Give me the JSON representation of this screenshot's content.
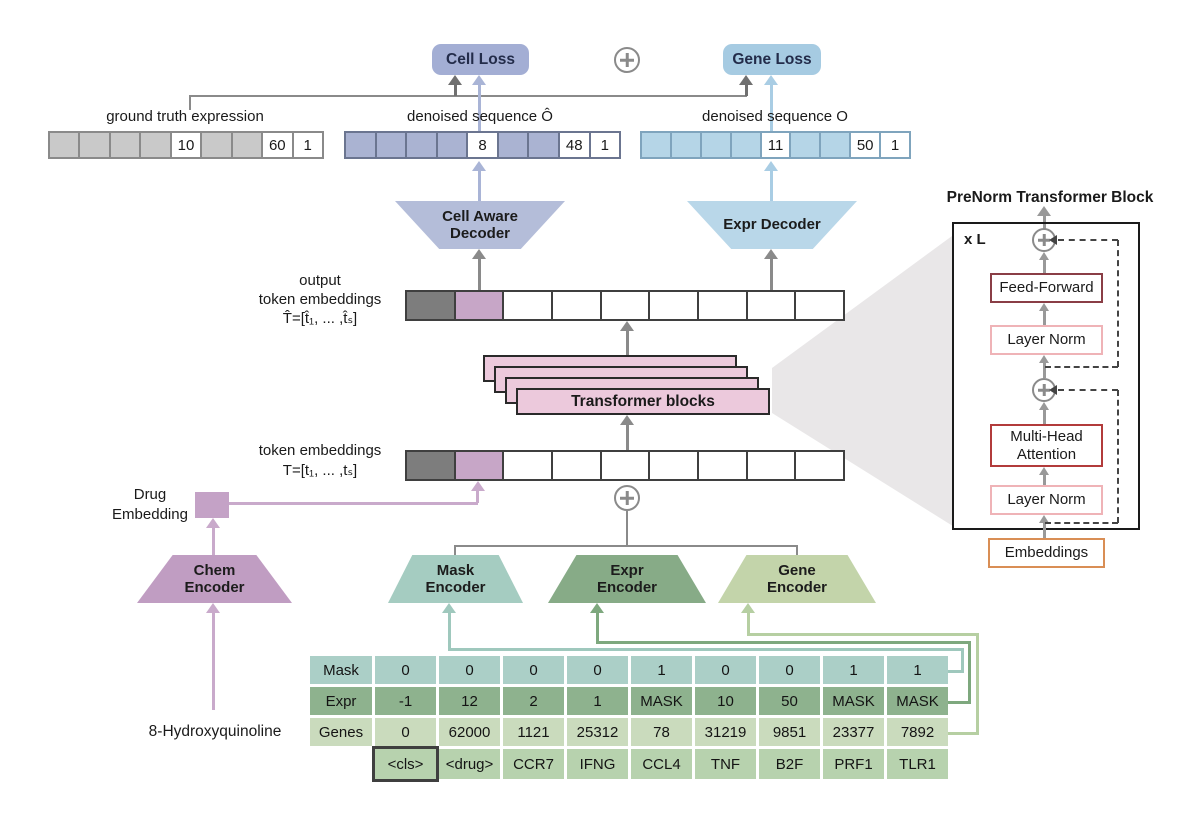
{
  "top": {
    "cell_loss": "Cell Loss",
    "gene_loss": "Gene Loss"
  },
  "seq": {
    "gt_label": "ground truth expression",
    "dc_label": "denoised sequence Ô",
    "dg_label": "denoised sequence O",
    "gt": {
      "v4": "10",
      "v7": "60",
      "v8": "1"
    },
    "dc": {
      "v4": "8",
      "v7": "48",
      "v8": "1"
    },
    "dg": {
      "v4": "11",
      "v7": "50",
      "v8": "1"
    }
  },
  "dec": {
    "cell_1": "Cell Aware",
    "cell_2": "Decoder",
    "expr": "Expr Decoder"
  },
  "emb": {
    "out_1": "output",
    "out_2": "token embeddings",
    "out_f": "T̂=[t̂₁, ... ,t̂ₛ]",
    "in_1": "token embeddings",
    "in_f": "T=[t₁, ... ,tₛ]"
  },
  "tf": {
    "label": "Transformer blocks"
  },
  "drug": {
    "l1": "Drug",
    "l2": "Embedding",
    "mol": "8-Hydroxyquinoline"
  },
  "enc": {
    "chem_1": "Chem",
    "chem_2": "Encoder",
    "mask_1": "Mask",
    "mask_2": "Encoder",
    "expr_1": "Expr",
    "expr_2": "Encoder",
    "gene_1": "Gene",
    "gene_2": "Encoder"
  },
  "table": {
    "rows": [
      {
        "label": "Mask",
        "values": [
          "0",
          "0",
          "0",
          "0",
          "1",
          "0",
          "0",
          "1",
          "1"
        ]
      },
      {
        "label": "Expr",
        "values": [
          "-1",
          "12",
          "2",
          "1",
          "MASK",
          "10",
          "50",
          "MASK",
          "MASK"
        ]
      },
      {
        "label": "Genes",
        "values": [
          "0",
          "62000",
          "1121",
          "25312",
          "78",
          "31219",
          "9851",
          "23377",
          "7892"
        ]
      },
      {
        "label": "",
        "values": [
          "<cls>",
          "<drug>",
          "CCR7",
          "IFNG",
          "CCL4",
          "TNF",
          "B2F",
          "PRF1",
          "TLR1"
        ]
      }
    ]
  },
  "pre": {
    "title": "PreNorm Transformer Block",
    "rep": "x L",
    "ff": "Feed-Forward",
    "ln1": "Layer Norm",
    "mha_1": "Multi-Head",
    "mha_2": "Attention",
    "ln2": "Layer Norm",
    "emb": "Embeddings"
  },
  "colors": {
    "cell_loss_bg": "#a3aed4",
    "gene_loss_bg": "#a6cbe2",
    "periwinkle_cells": "#aab3d2",
    "blue_cells": "#b5d5e7",
    "gray_cells": "#c9c9c9",
    "dark_token_cell": "#7d7d7d",
    "drug_token_cell": "#c7a6c7",
    "transformer_pink": "#ecc9dc",
    "chem_purple": "#c09dc2",
    "mask_teal": "#a5ccc1",
    "expr_green": "#87ab87",
    "gene_sage": "#c3d4aa",
    "table_mask": "#abcfc7",
    "table_expr": "#8eb28e",
    "table_genes": "#cadbbd",
    "table_tokens": "#b7d2ae",
    "ff_border": "#8a3e46",
    "ln_border": "#efb3b7",
    "mha_border": "#b23b3b",
    "emb_border": "#d98e55"
  }
}
